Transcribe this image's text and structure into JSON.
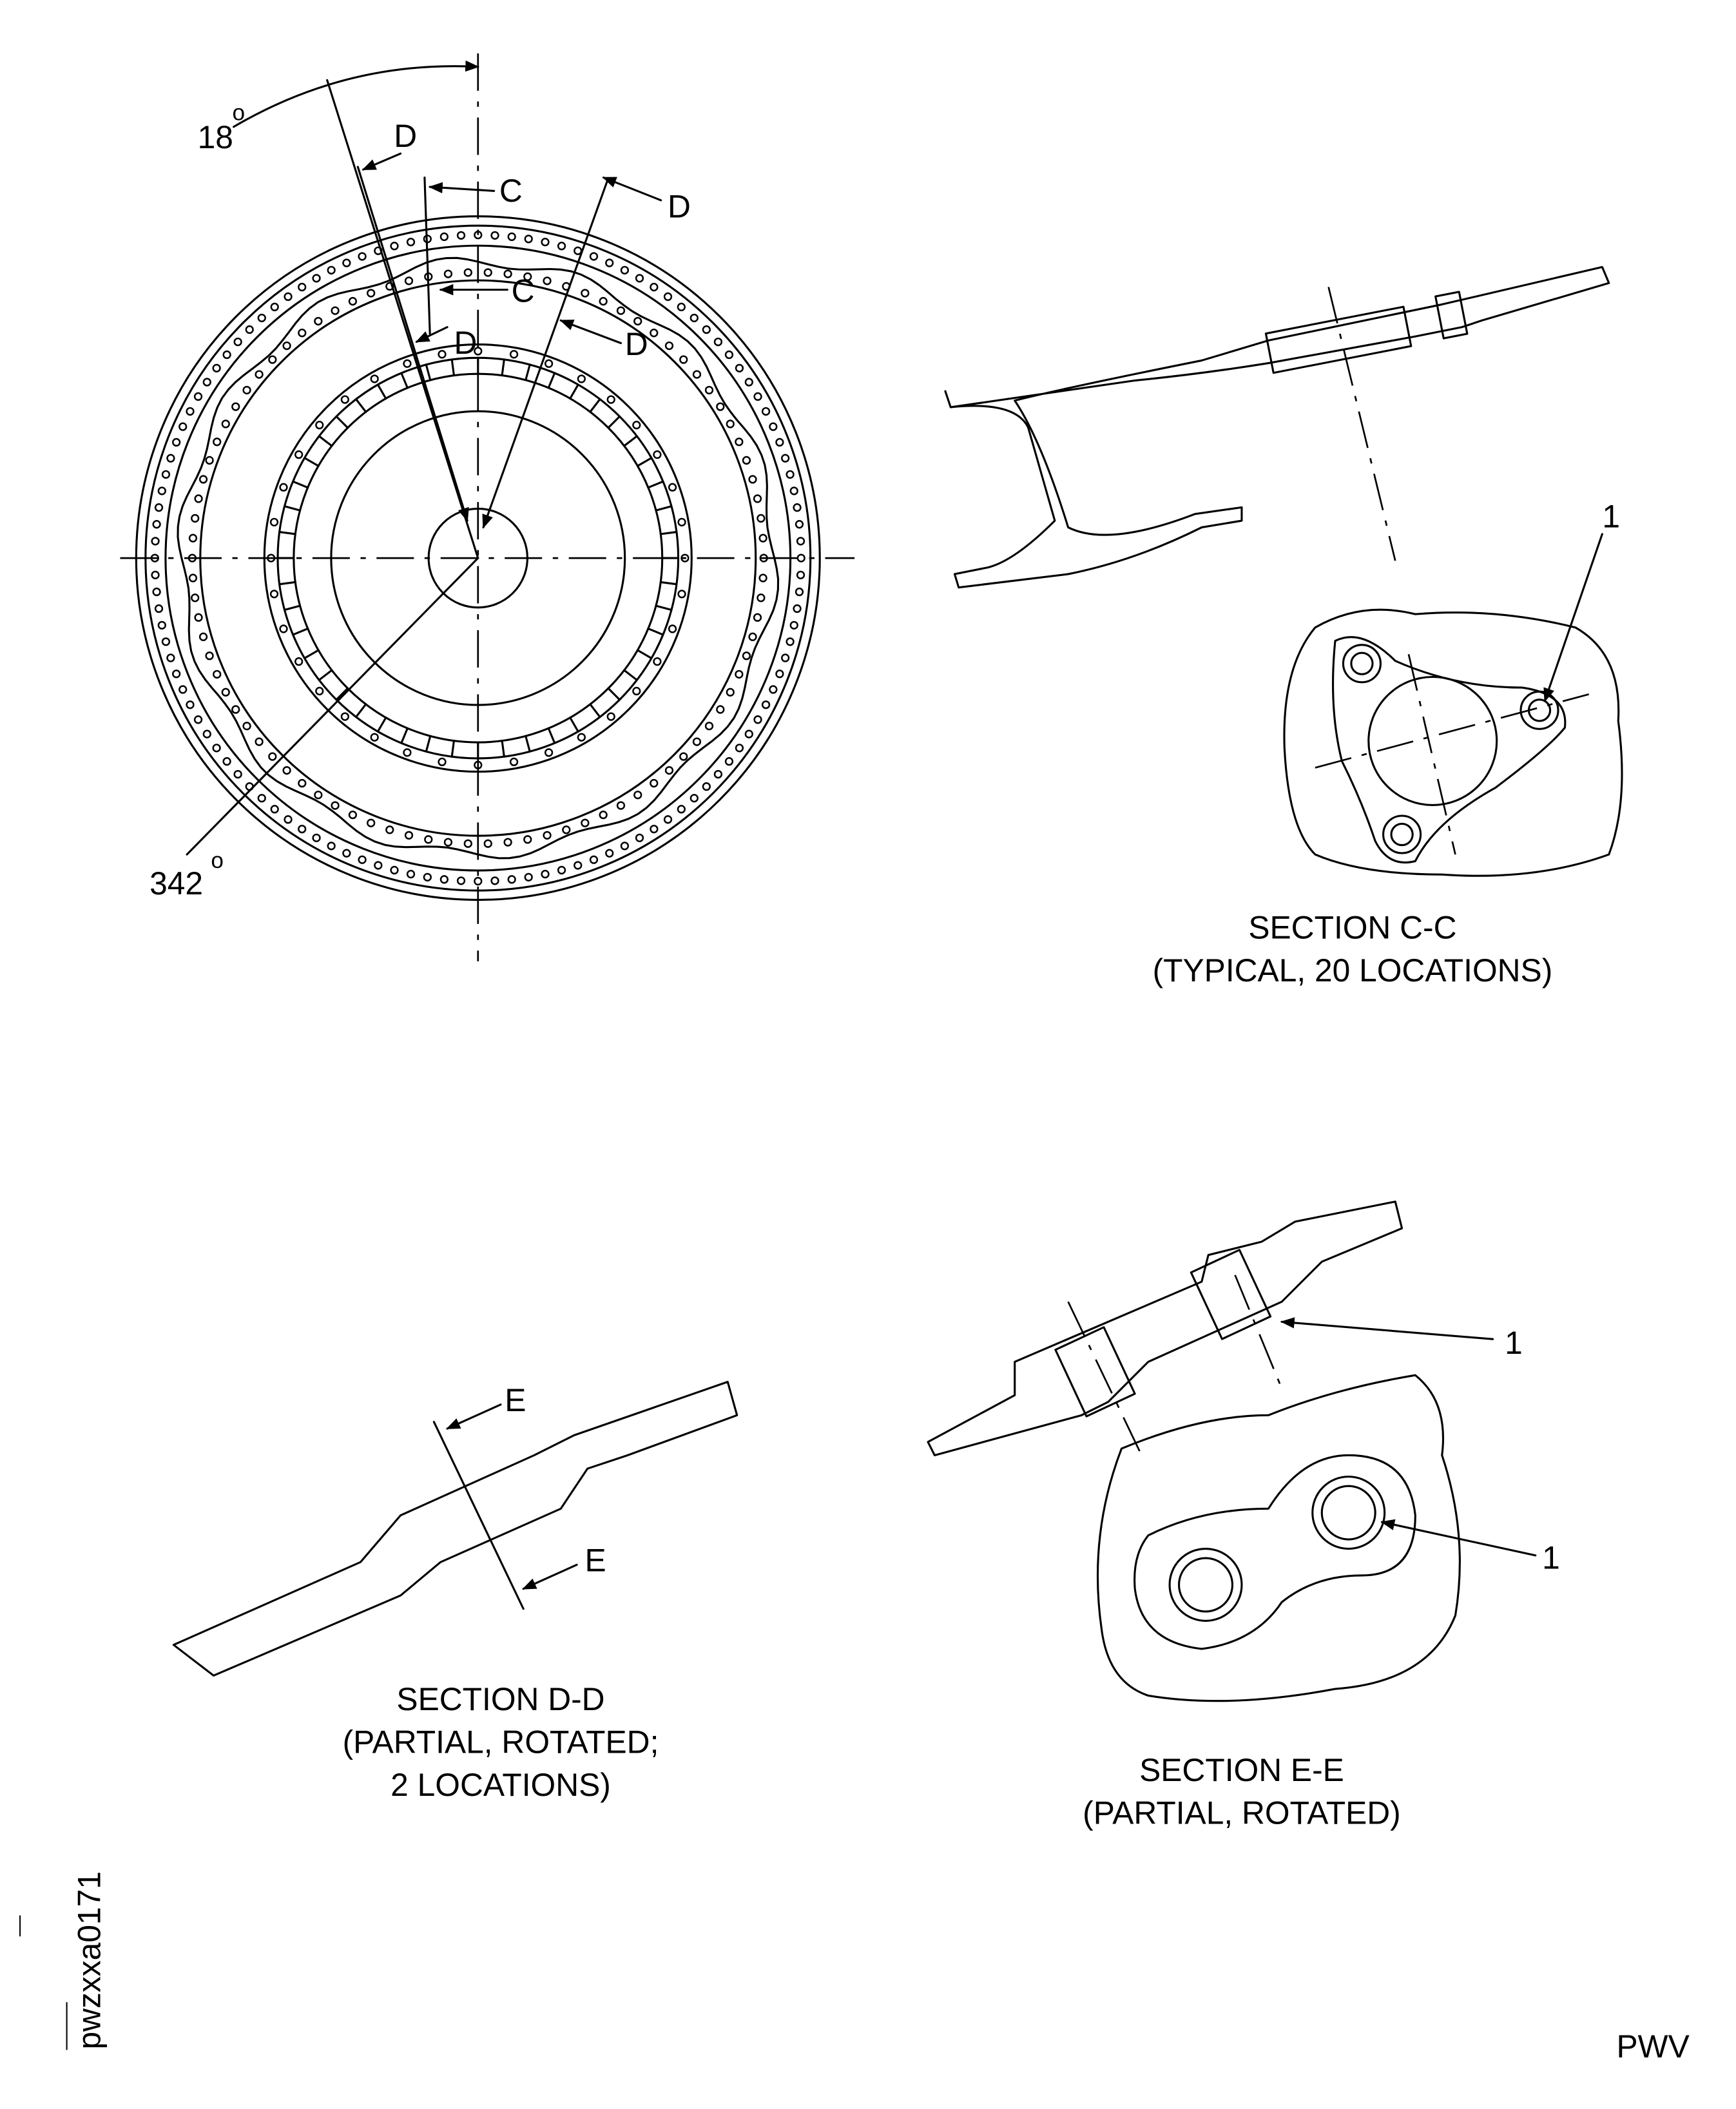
{
  "main_view": {
    "angle_top": "18",
    "angle_top_unit": "o",
    "angle_bottom": "342",
    "angle_bottom_unit": "o",
    "cut_labels": {
      "d1": "D",
      "c1": "C",
      "d2": "D",
      "c2": "C",
      "d3": "D",
      "d4": "D"
    }
  },
  "section_cc": {
    "title": "SECTION C-C",
    "subtitle": "(TYPICAL, 20 LOCATIONS)",
    "callout": "1"
  },
  "section_dd": {
    "title": "SECTION D-D",
    "subtitle_1": "(PARTIAL, ROTATED;",
    "subtitle_2": "2 LOCATIONS)",
    "cut_label_top": "E",
    "cut_label_bottom": "E"
  },
  "section_ee": {
    "title": "SECTION E-E",
    "subtitle": "(PARTIAL, ROTATED)",
    "callout_top": "1",
    "callout_bottom": "1"
  },
  "footer": {
    "code": "PWV",
    "figure_id": "pwzxxa0171"
  }
}
